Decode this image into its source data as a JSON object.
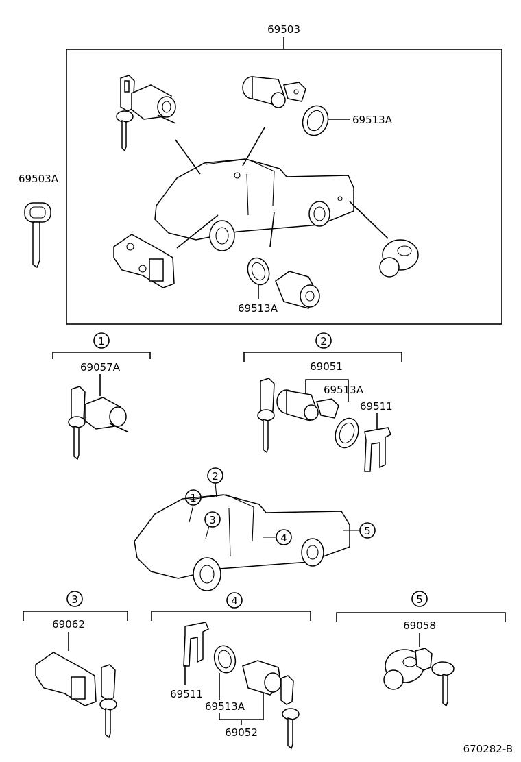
{
  "top_assembly": {
    "part_no": "69503",
    "key_label": "69503A",
    "retainer_right": "69513A",
    "retainer_bottom": "69513A"
  },
  "groups": [
    {
      "marker": "1",
      "parts": [
        "69057A"
      ]
    },
    {
      "marker": "2",
      "parts": [
        "69051",
        "69513A",
        "69511"
      ]
    },
    {
      "marker": "3",
      "parts": [
        "69062"
      ]
    },
    {
      "marker": "4",
      "parts": [
        "69511",
        "69513A",
        "69052"
      ]
    },
    {
      "marker": "5",
      "parts": [
        "69058"
      ]
    }
  ],
  "truck_markers": [
    "1",
    "2",
    "3",
    "4",
    "5"
  ],
  "diagram_code": "670282-B",
  "icons": [
    "ignition-lock-icon",
    "door-lock-cylinder-icon",
    "retainer-ring-icon",
    "retainer-clip-icon",
    "steering-lock-icon",
    "fuel-cap-lock-icon",
    "key-icon",
    "pickup-truck-icon"
  ]
}
